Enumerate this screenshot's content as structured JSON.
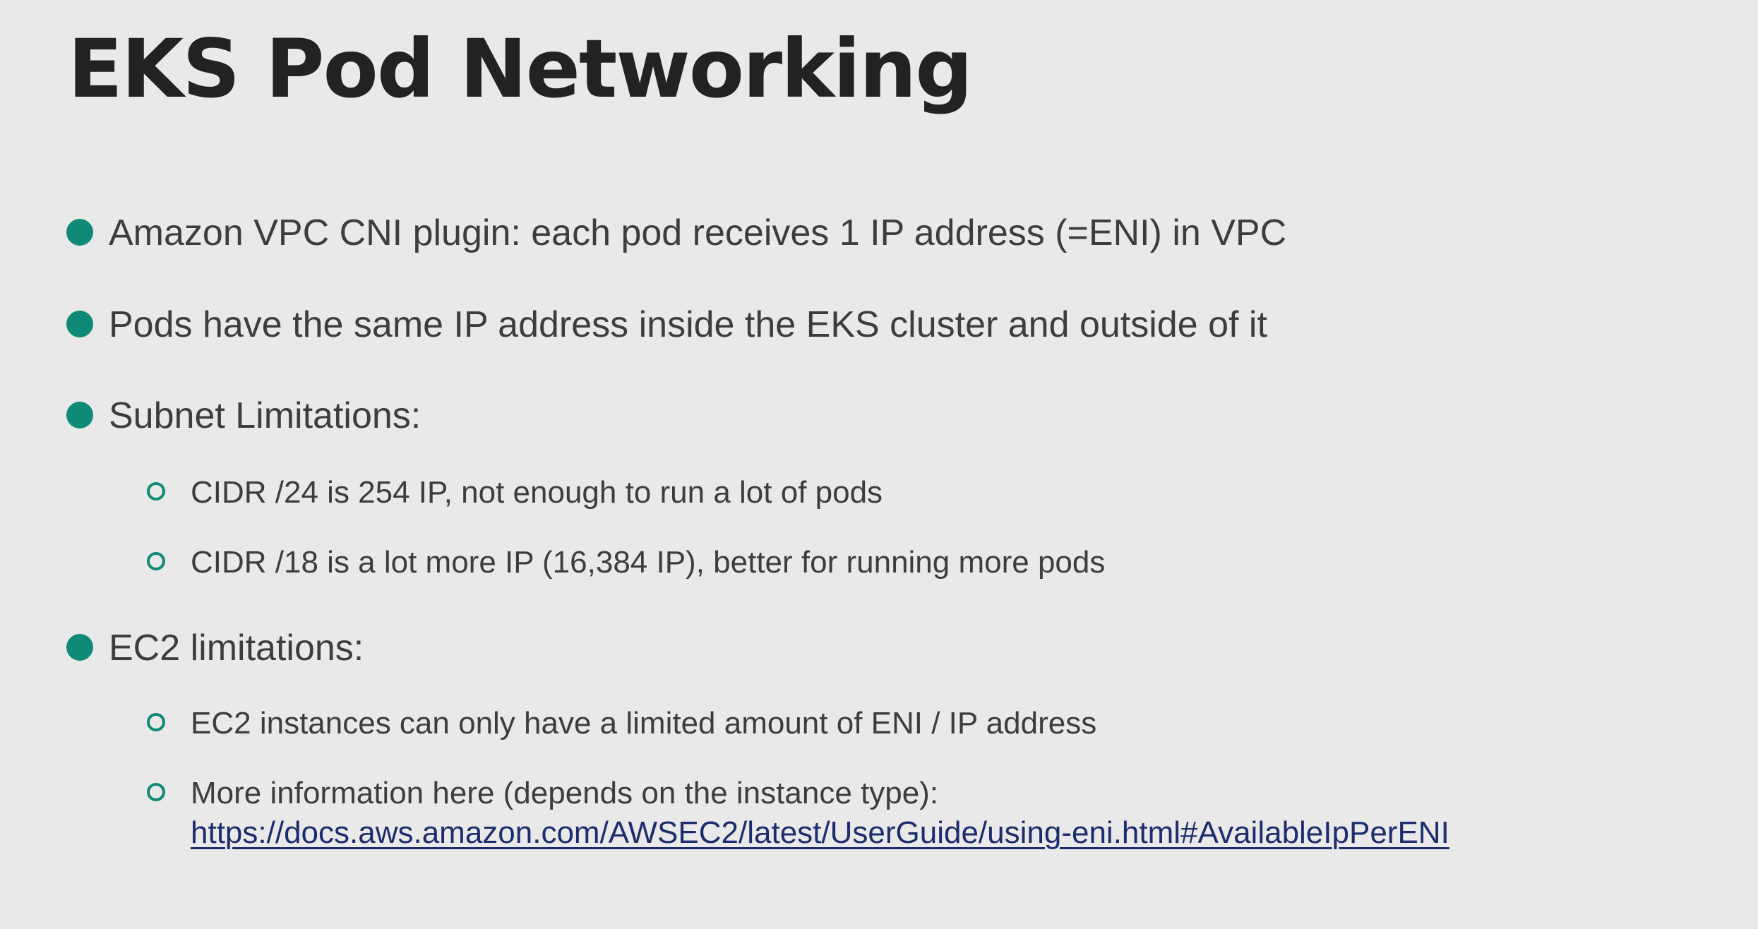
{
  "slide": {
    "title": "EKS Pod Networking",
    "bullets": [
      {
        "text": "Amazon VPC CNI plugin: each pod receives 1 IP address (=ENI) in VPC"
      },
      {
        "text": "Pods have the same IP address inside the EKS cluster and outside of it"
      },
      {
        "text": "Subnet Limitations:",
        "sub": [
          {
            "text": "CIDR /24 is 254 IP, not enough to run a lot of pods"
          },
          {
            "text": "CIDR /18 is a lot more IP (16,384 IP), better for running more pods"
          }
        ]
      },
      {
        "text": "EC2 limitations:",
        "sub": [
          {
            "text": "EC2 instances can only have a limited amount of ENI / IP address"
          },
          {
            "text": "More information here (depends on the instance type):",
            "link": "https://docs.aws.amazon.com/AWSEC2/latest/UserGuide/using-eni.html#AvailableIpPerENI"
          }
        ]
      }
    ]
  },
  "colors": {
    "background": "#e9e9e9",
    "bullet_accent": "#0e8a76",
    "title_text": "#222222",
    "body_text": "#3d3d3d",
    "link": "#1c2d6e"
  },
  "icons": {
    "level1_bullet": "filled-circle-bullet-icon",
    "level2_bullet": "hollow-circle-bullet-icon"
  }
}
